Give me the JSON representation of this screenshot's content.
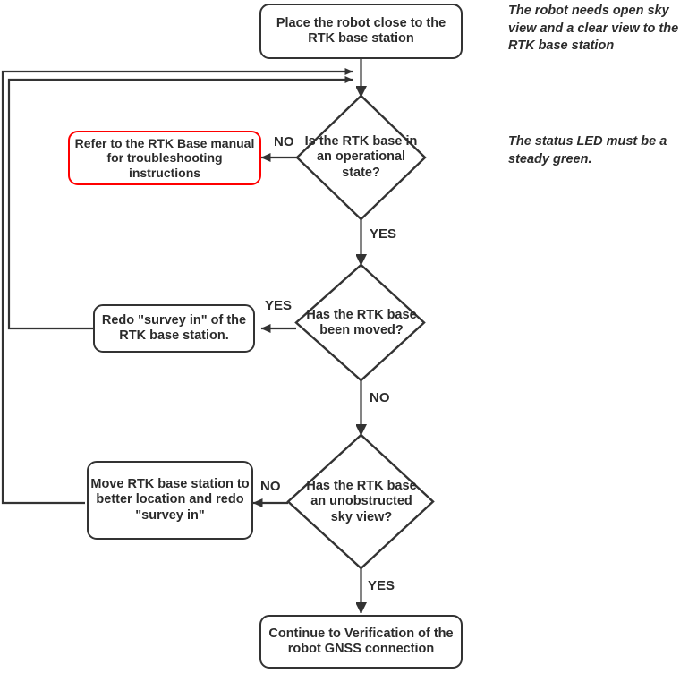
{
  "diagram": {
    "title": "RTK base station setup flowchart",
    "colors": {
      "line": "#333333",
      "text": "#2b2b2b",
      "alert_border": "#ff0000",
      "background": "#ffffff"
    },
    "nodes": {
      "start": {
        "shape": "rounded-rectangle",
        "text": "Place the robot close to the RTK base station"
      },
      "decision_operational": {
        "shape": "diamond",
        "text": "Is the RTK base in an operational state?"
      },
      "action_manual": {
        "shape": "rounded-rectangle",
        "style": "alert",
        "text": "Refer to the RTK Base manual for troubleshooting instructions"
      },
      "decision_moved": {
        "shape": "diamond",
        "text": "Has the RTK base been moved?"
      },
      "action_survey": {
        "shape": "rounded-rectangle",
        "text": "Redo \"survey in\" of the RTK base station."
      },
      "decision_skyview": {
        "shape": "diamond",
        "text": "Has the RTK base an unobstructed sky view?"
      },
      "action_move": {
        "shape": "rounded-rectangle",
        "text": "Move RTK base station to better location and redo \"survey in\""
      },
      "end": {
        "shape": "rounded-rectangle",
        "text": "Continue to Verification of the robot GNSS connection"
      }
    },
    "edge_labels": {
      "operational_no": "NO",
      "operational_yes": "YES",
      "moved_yes": "YES",
      "moved_no": "NO",
      "skyview_no": "NO",
      "skyview_yes": "YES"
    },
    "notes": {
      "sky_view": "The robot needs open sky view and a clear view to the RTK base station",
      "status_led": "The status LED  must be a steady green."
    }
  }
}
